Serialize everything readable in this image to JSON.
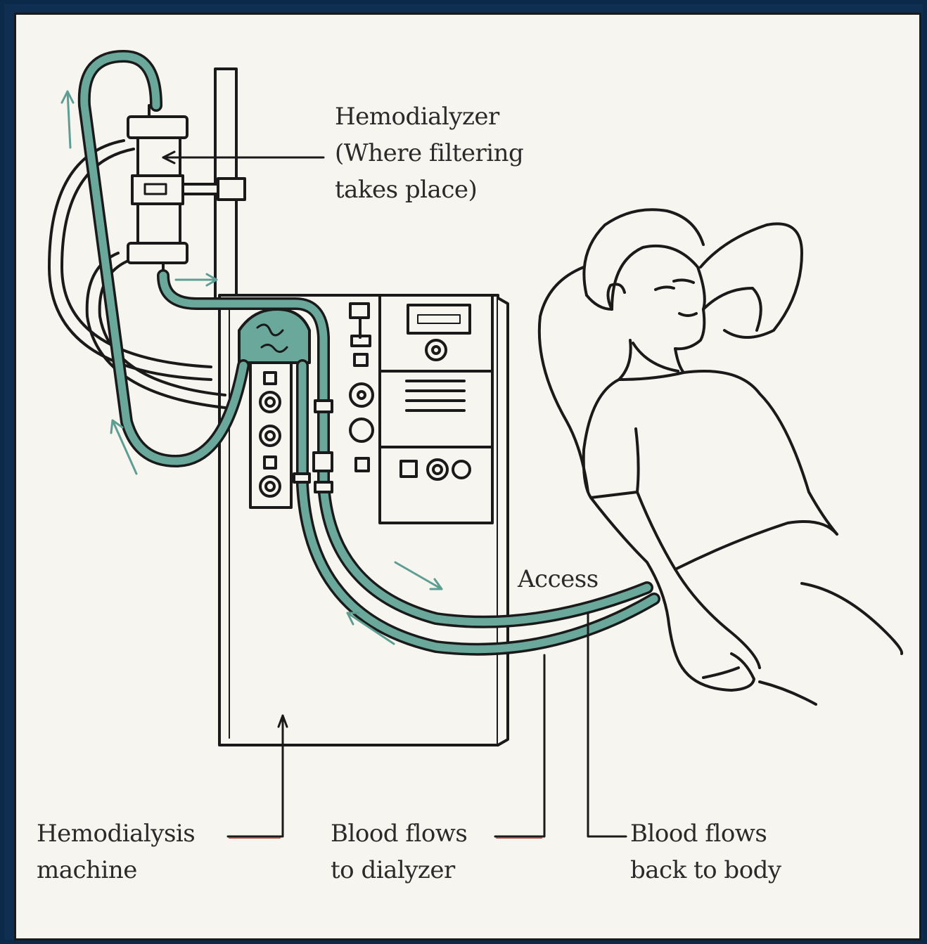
{
  "labels": {
    "hemodialyzer": [
      "Hemodialyzer",
      "(Where filtering",
      "takes place)"
    ],
    "access": "Access",
    "machine": [
      "Hemodialysis",
      "machine"
    ],
    "to_dialyzer": [
      "Blood flows",
      "to dialyzer"
    ],
    "back_to_body": [
      "Blood flows",
      "back to body"
    ]
  },
  "colors": {
    "background": "#0e2f52",
    "panel": "#f7f5ef",
    "tubing": "#5e9e92",
    "line": "#1a1a1a",
    "leader_accent": "#b3463a"
  }
}
